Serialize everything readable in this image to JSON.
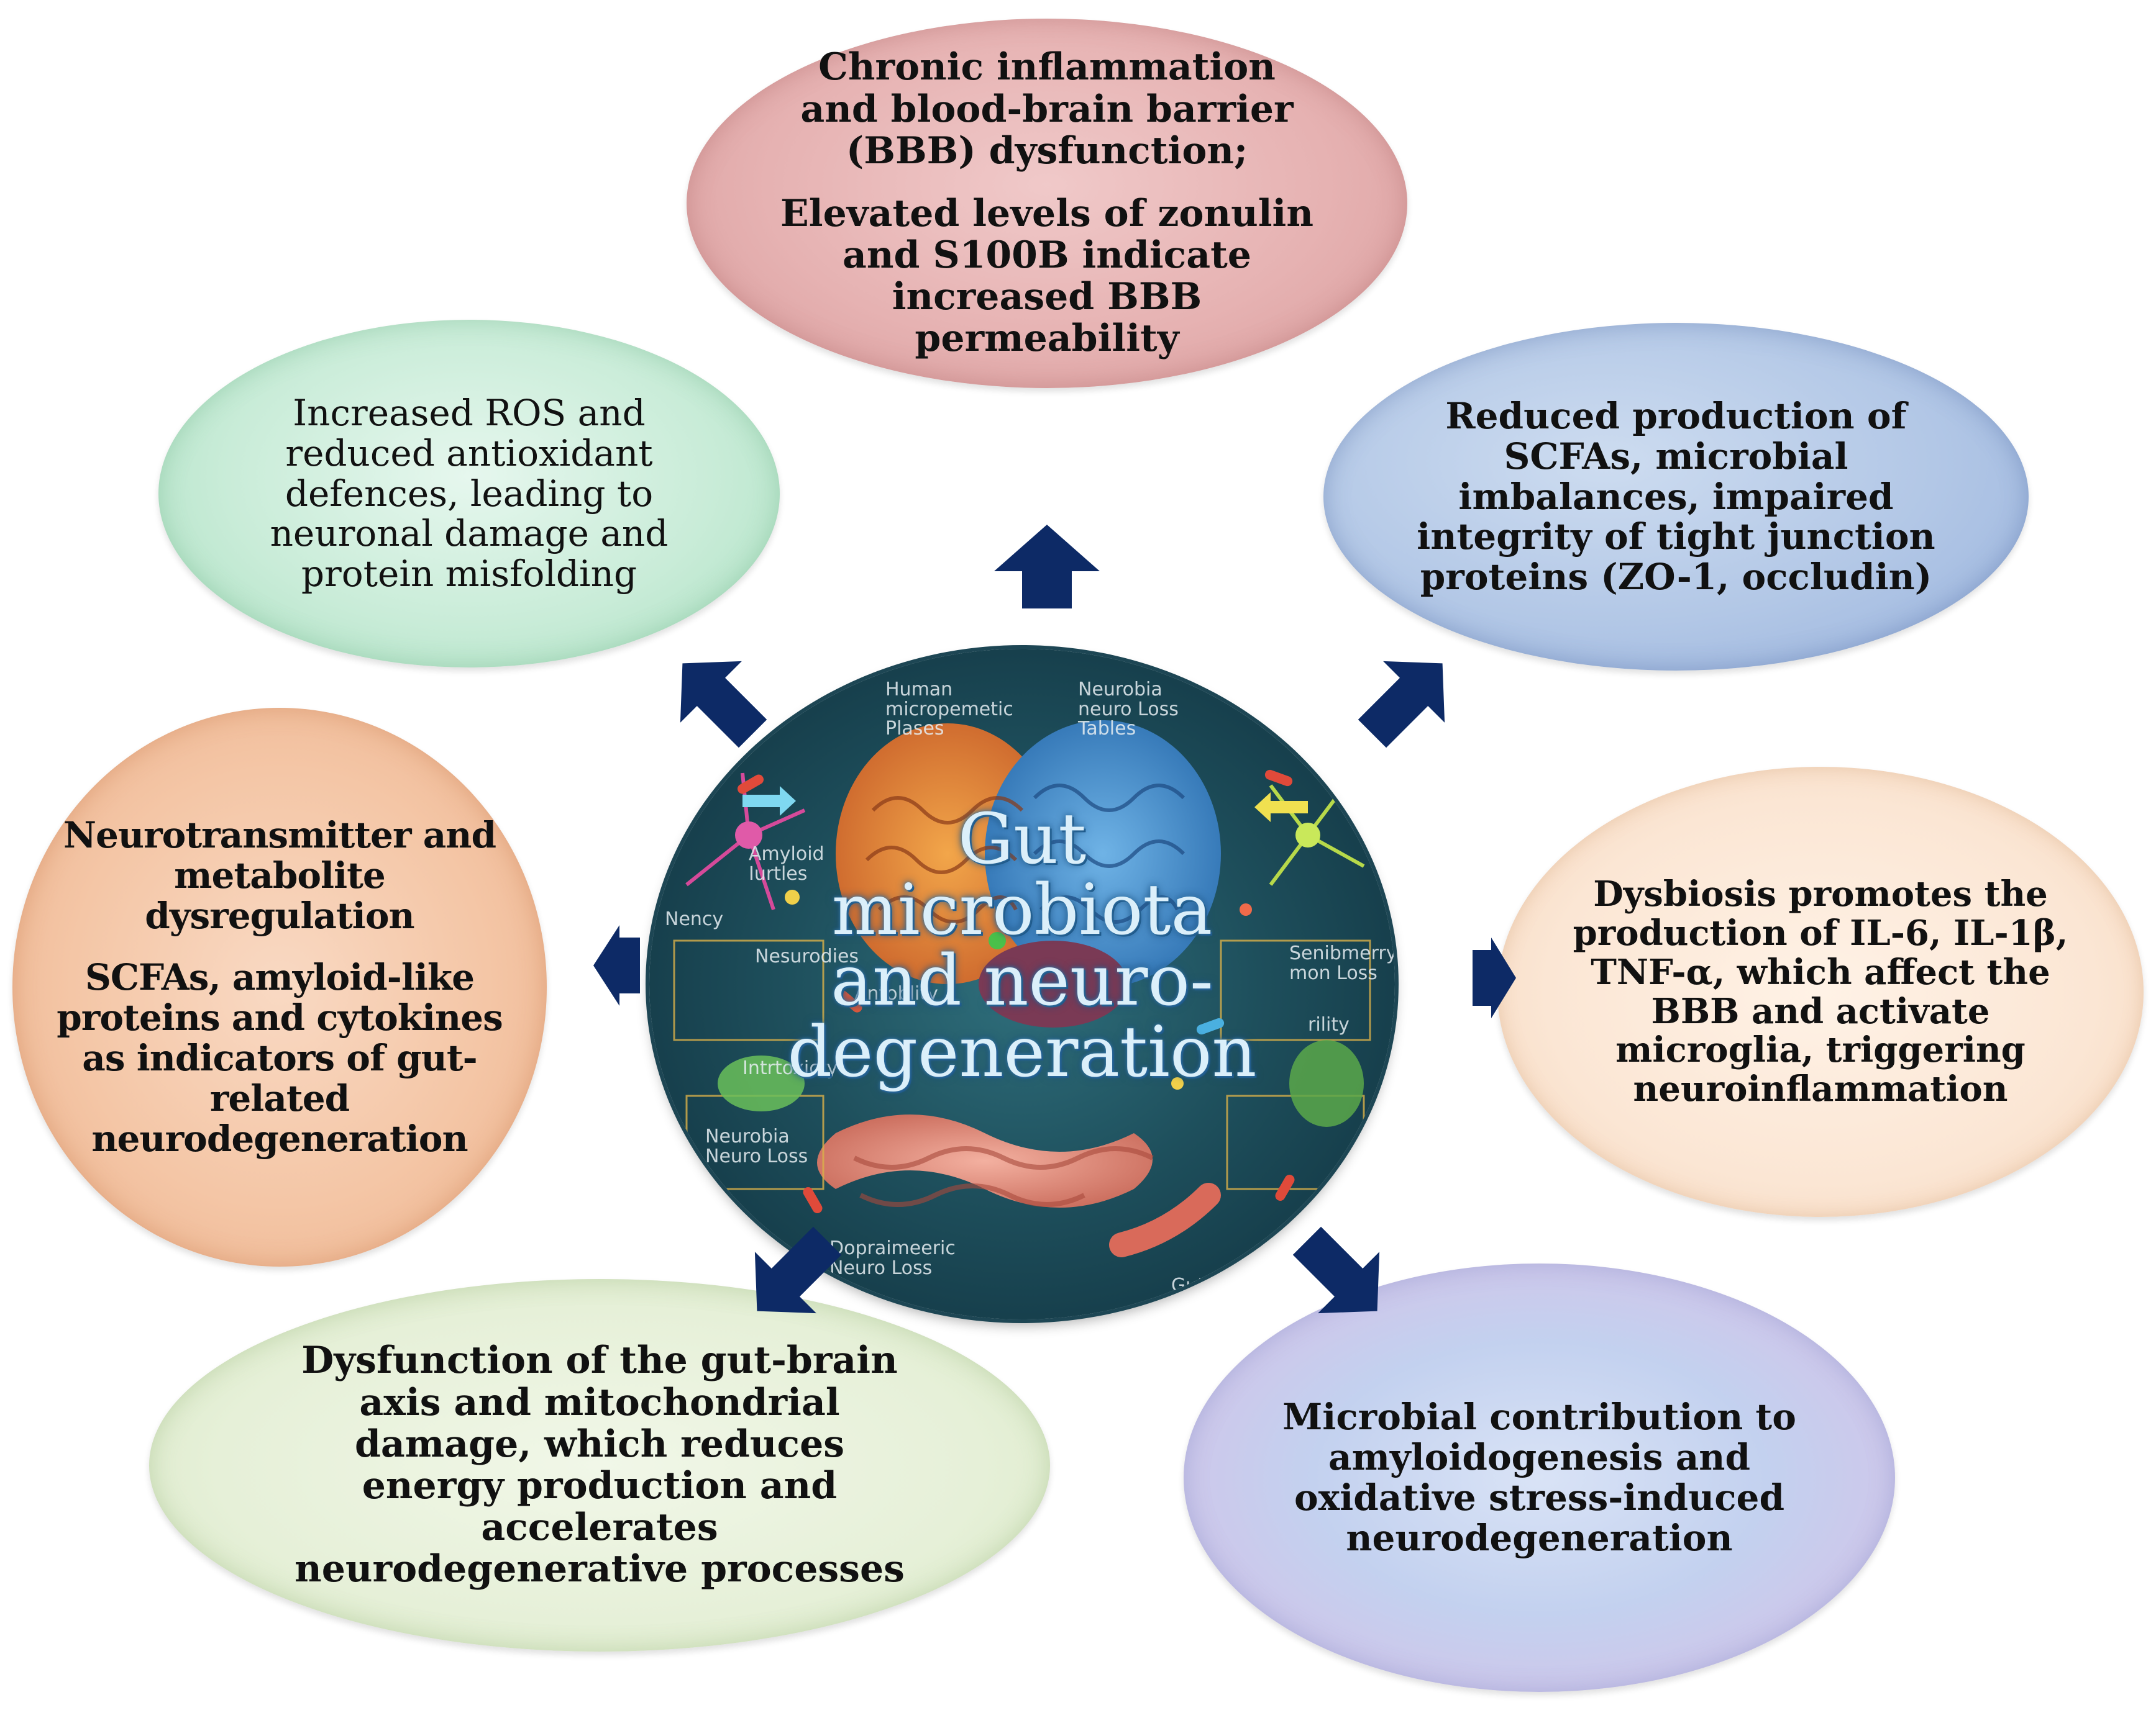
{
  "center": {
    "title_lines": [
      "Gut",
      "microbiota",
      "and neuro-",
      "degeneration"
    ],
    "background_labels": [
      "Human",
      "micropemetic",
      "Plases",
      "Neurobia",
      "neuro Loss",
      "Tables",
      "Amyloid",
      "Iurtles",
      "Nesurodies",
      "Antoblity",
      "Intrtoxicty",
      "Neurobia",
      "Neuro Loss",
      "Dopraimeeric",
      "Neuro Loss",
      "Gut-Brai",
      "Senibmerry",
      "mon Loss",
      "Nency",
      "rility"
    ]
  },
  "nodes": {
    "top": [
      "Chronic inflammation and blood-brain barrier (BBB) dysfunction;",
      "Elevated levels of zonulin and S100B indicate increased BBB permeability"
    ],
    "top_right": [
      "Reduced production of SCFAs, microbial imbalances, impaired integrity of tight junction proteins (ZO-1, occludin)"
    ],
    "right": [
      "Dysbiosis promotes the production of IL-6, IL-1β, TNF-α, which affect the BBB and activate microglia, triggering neuroinflammation"
    ],
    "bottom_right": [
      "Microbial contribution to amyloidogenesis and oxidative stress-induced neurodegeneration"
    ],
    "bottom_left": [
      "Dysfunction of the gut-brain axis and mitochondrial damage, which reduces energy production and accelerates neurodegenerative processes"
    ],
    "left": [
      "Neurotransmitter and metabolite dysregulation",
      "SCFAs, amyloid-like proteins and cytokines as indicators of gut-related neurodegeneration"
    ],
    "top_left": [
      "Increased ROS and reduced antioxidant defences, leading to neuronal damage and protein misfolding"
    ]
  },
  "colors": {
    "arrow": "#0d2a66",
    "top": "#e6b2b2",
    "top_right": "#b2c7e6",
    "right": "#fbe6d4",
    "bottom_right": "#c3d1ef",
    "bottom_left": "#e6f0d8",
    "left": "#f4c6a6",
    "top_left": "#c9ecd8",
    "center_bg": "#1e4f5c"
  }
}
